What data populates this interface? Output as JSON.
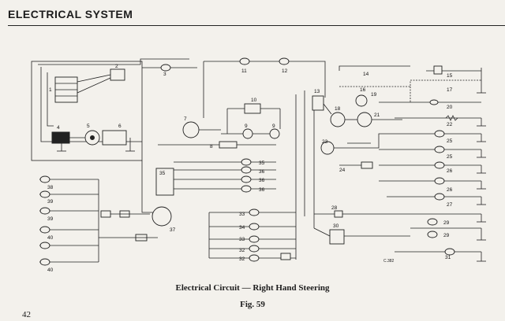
{
  "header": {
    "title": "ELECTRICAL SYSTEM"
  },
  "figure": {
    "caption": "Electrical Circuit — Right Hand Steering",
    "fig_label": "Fig. 59",
    "code": "C.382"
  },
  "page": {
    "number": "42"
  },
  "component_numbers": {
    "n1": "1",
    "n2": "2",
    "n3": "3",
    "n4": "4",
    "n5": "5",
    "n6": "6",
    "n7": "7",
    "n8": "8",
    "n9a": "9",
    "n9b": "9",
    "n10": "10",
    "n11": "11",
    "n12": "12",
    "n13": "13",
    "n14": "14",
    "n15": "15",
    "n16": "16",
    "n17": "17",
    "n18": "18",
    "n19": "19",
    "n20": "20",
    "n21": "21",
    "n22": "22",
    "n23": "23",
    "n24": "24",
    "n25a": "25",
    "n25b": "25",
    "n26a": "26",
    "n26b": "26",
    "n27": "27",
    "n28": "28",
    "n29a": "29",
    "n29b": "29",
    "n30": "30",
    "n31": "31",
    "n32a": "32",
    "n32b": "32",
    "n33a": "33",
    "n33b": "33",
    "n34": "34",
    "n35a": "35",
    "n35b": "35",
    "n36a": "36",
    "n36b": "36",
    "n36c": "36",
    "n37": "37",
    "n38": "38",
    "n39a": "39",
    "n39b": "39",
    "n40a": "40",
    "n40b": "40"
  }
}
